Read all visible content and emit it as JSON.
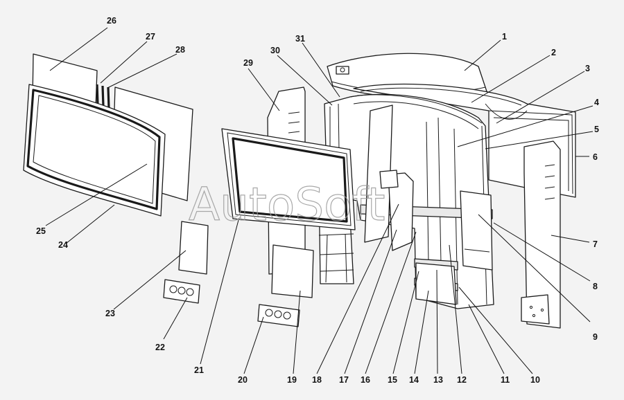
{
  "watermark": "AutoSoft",
  "callouts": [
    "1",
    "2",
    "3",
    "4",
    "5",
    "6",
    "7",
    "8",
    "9",
    "10",
    "11",
    "12",
    "13",
    "14",
    "15",
    "16",
    "17",
    "18",
    "19",
    "20",
    "21",
    "22",
    "23",
    "24",
    "25",
    "26",
    "27",
    "28",
    "29",
    "30",
    "31"
  ],
  "colors": {
    "background": "#f3f3f3",
    "line": "#1a1a1a",
    "watermark": "#9a9a9a"
  }
}
